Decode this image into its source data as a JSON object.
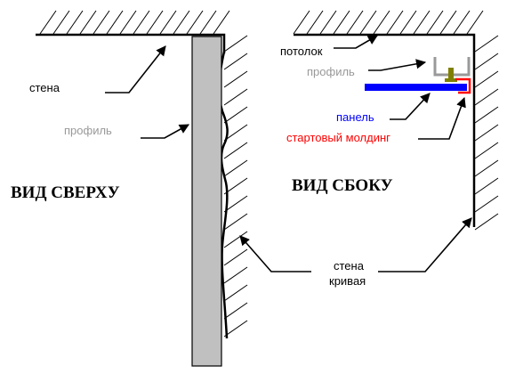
{
  "views": {
    "top": {
      "title": "ВИД СВЕРХУ",
      "labels": {
        "wall": "стена",
        "profile": "профиль"
      }
    },
    "side": {
      "title": "ВИД СБОКУ",
      "labels": {
        "ceiling": "потолок",
        "profile": "профиль",
        "panel": "панель",
        "molding": "стартовый молдинг"
      }
    },
    "shared": {
      "crooked_wall_line1": "стена",
      "crooked_wall_line2": "кривая"
    }
  },
  "colors": {
    "line": "#000000",
    "hatch": "#000000",
    "profile_fill": "#c0c0c0",
    "profile_label": "#999999",
    "panel": "#0000ff",
    "molding": "#ff0000",
    "screw": "#808000",
    "text": "#000000"
  }
}
